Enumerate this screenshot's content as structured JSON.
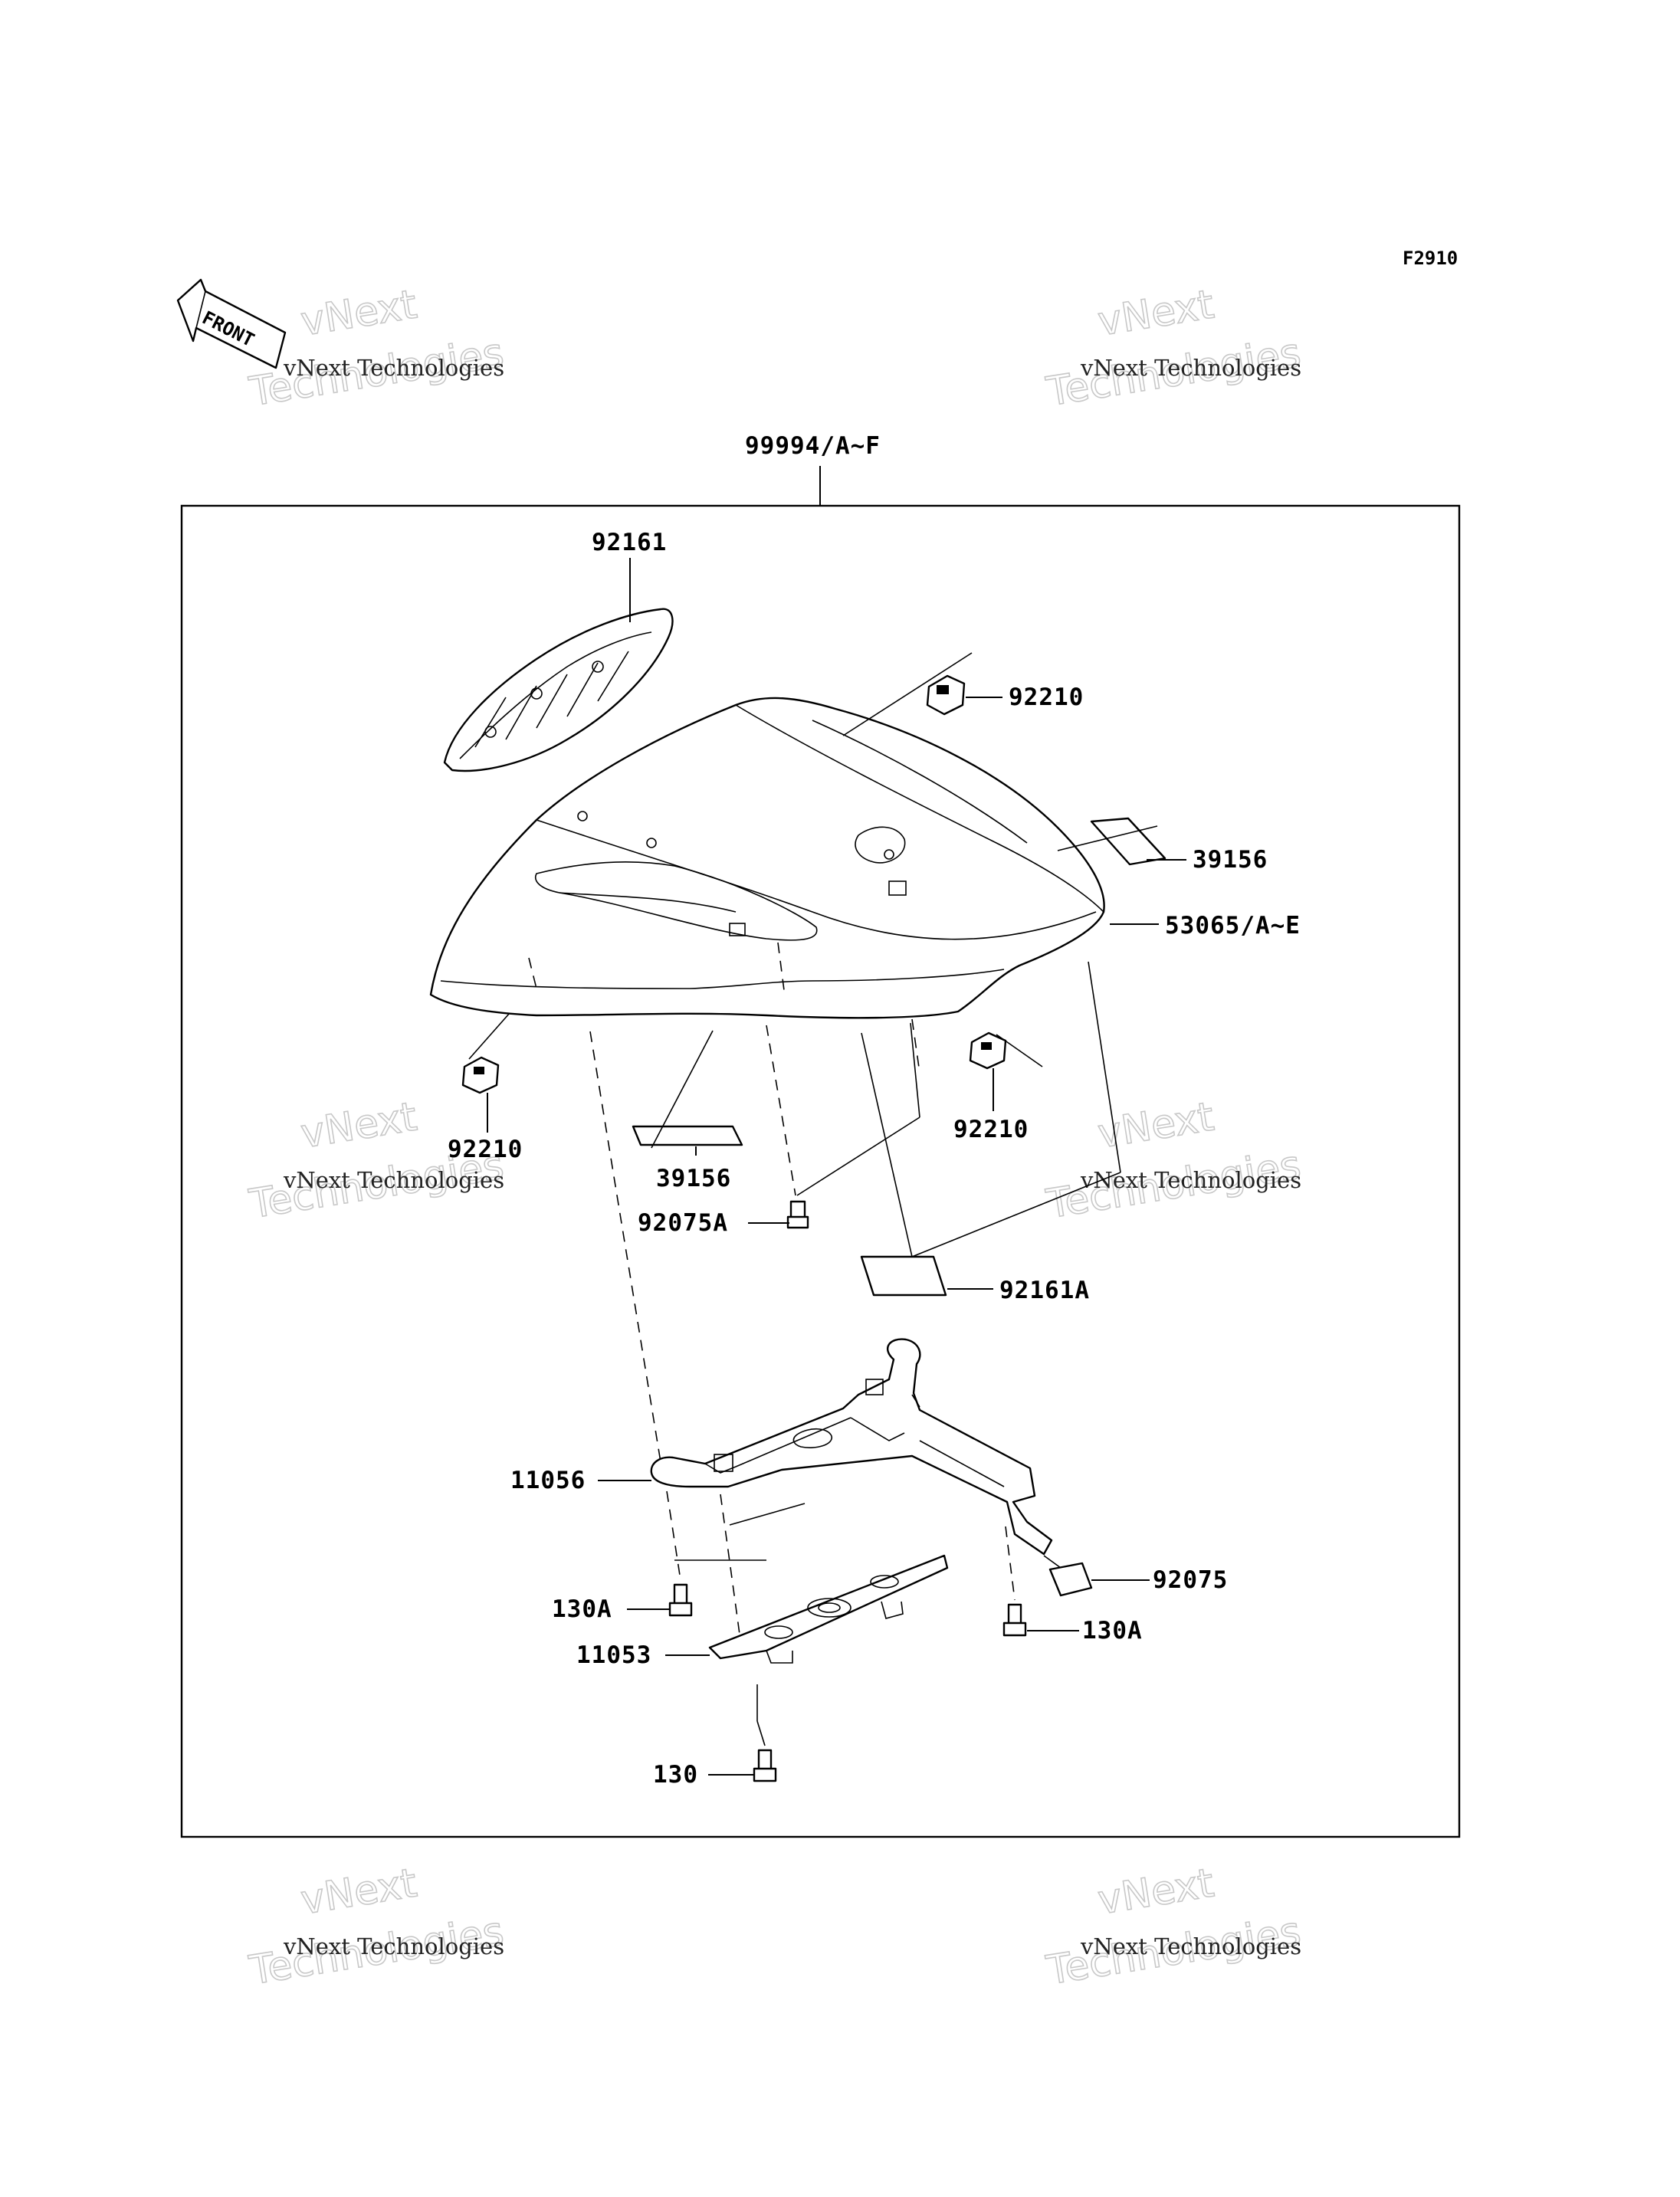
{
  "diagram_code": "F2910",
  "front_arrow_text": "FRONT",
  "watermark": {
    "line_small": "vNext Technologies",
    "big_top": "vNext",
    "big_bottom": "Technologies"
  },
  "parts": {
    "kit": "99994/A~F",
    "cover_trim": "92161",
    "cowl": "53065/A~E",
    "nut_top": "92210",
    "nut_left": "92210",
    "nut_right": "92210",
    "pad_right": "39156",
    "pad_bottom": "39156",
    "screw": "92075A",
    "sheet": "92161A",
    "bracket": "11056",
    "damper": "92075",
    "bolt_left": "130A",
    "bolt_right": "130A",
    "plate": "11053",
    "bolt_bottom": "130"
  },
  "colors": {
    "line": "#000000",
    "watermark_outline": "#c8c8c8",
    "background": "#ffffff"
  }
}
